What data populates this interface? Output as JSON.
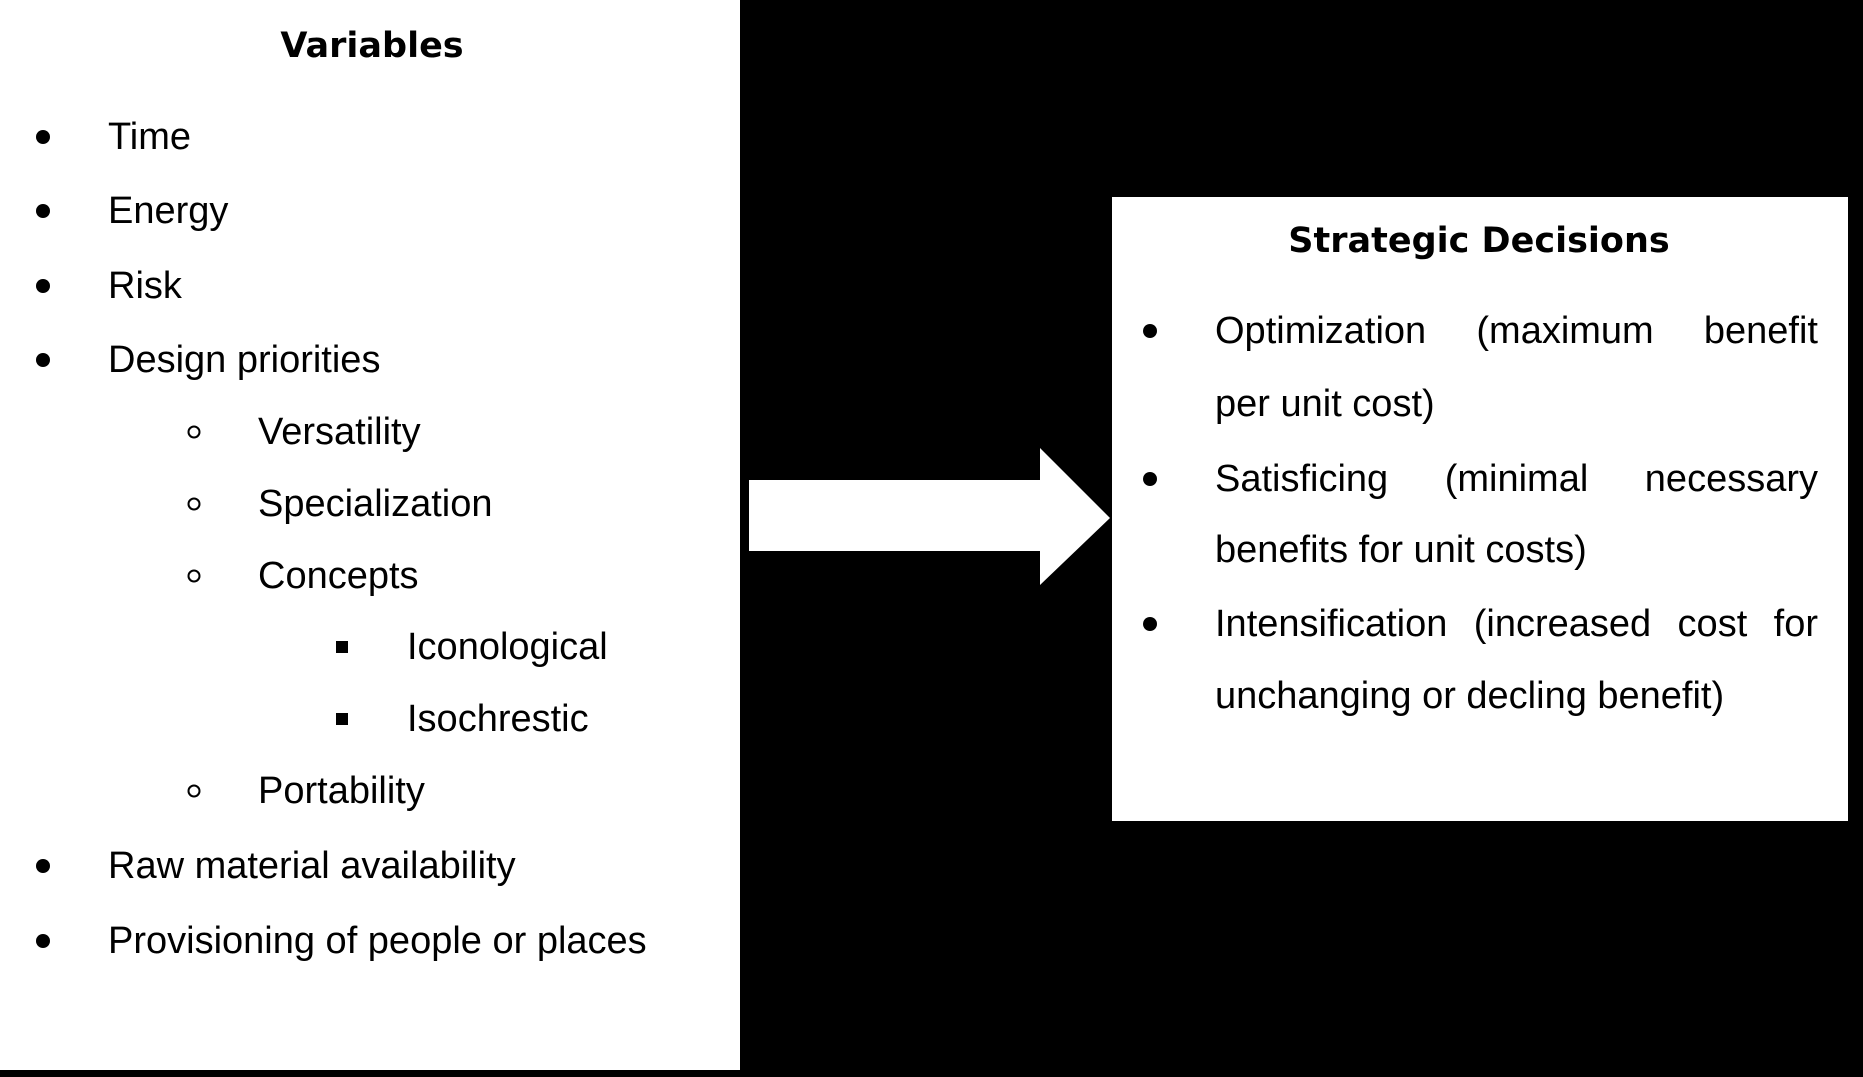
{
  "variables": {
    "title": "Variables",
    "items": [
      {
        "label": "Time",
        "level": 1
      },
      {
        "label": "Energy",
        "level": 1
      },
      {
        "label": "Risk",
        "level": 1
      },
      {
        "label": "Design priorities",
        "level": 1
      },
      {
        "label": "Versatility",
        "level": 2
      },
      {
        "label": "Specialization",
        "level": 2
      },
      {
        "label": "Concepts",
        "level": 2
      },
      {
        "label": "Iconological",
        "level": 3
      },
      {
        "label": "Isochrestic",
        "level": 3
      },
      {
        "label": "Portability",
        "level": 2
      },
      {
        "label": "Raw material availability",
        "level": 1
      },
      {
        "label": "Provisioning of people or places",
        "level": 1
      }
    ]
  },
  "strategic_decisions": {
    "title": "Strategic Decisions",
    "items": [
      {
        "lines": [
          "Optimization (maximum benefit",
          "per unit cost)"
        ]
      },
      {
        "lines": [
          "Satisficing (minimal necessary",
          "benefits for unit costs)"
        ]
      },
      {
        "lines": [
          "Intensification (increased cost for",
          "unchanging or decling benefit)"
        ]
      }
    ]
  }
}
